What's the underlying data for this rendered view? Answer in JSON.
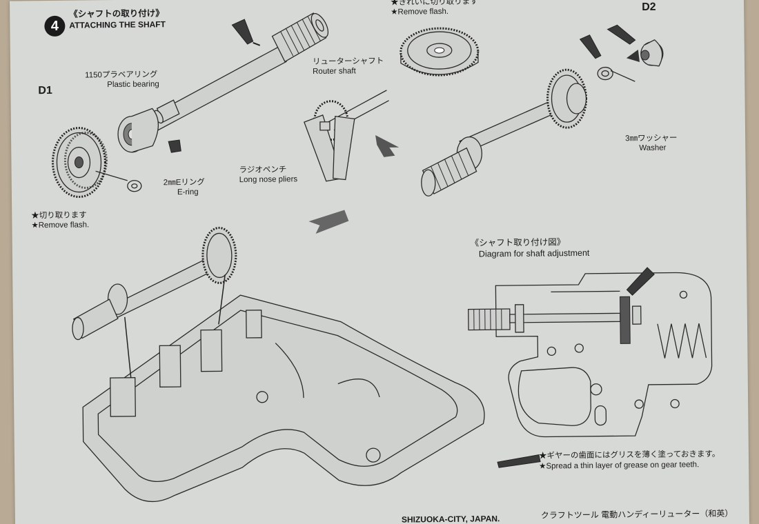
{
  "step": {
    "number": "4",
    "title_jp": "《シャフトの取り付け》",
    "title_en": "ATTACHING THE SHAFT"
  },
  "parts": {
    "d1": "D1",
    "d2": "D2",
    "bearing_jp": "1150プラベアリング",
    "bearing_en": "Plastic bearing",
    "shaft_jp": "リューターシャフト",
    "shaft_en": "Router shaft",
    "ering_jp": "2㎜Eリング",
    "ering_en": "E-ring",
    "pliers_jp": "ラジオペンチ",
    "pliers_en": "Long nose pliers",
    "washer_jp": "3㎜ワッシャー",
    "washer_en": "Washer"
  },
  "notes": {
    "remove_flash_left_jp": "★切り取ります",
    "remove_flash_left_en": "★Remove flash.",
    "remove_flash_top_jp": "★きれいに切り取ります",
    "remove_flash_top_en": "★Remove flash.",
    "grease_jp": "★ギヤーの歯面にはグリスを薄く塗っておきます。",
    "grease_en": "★Spread a thin layer of grease on gear teeth."
  },
  "diagram": {
    "title_jp": "《シャフト取り付け図》",
    "title_en": "Diagram for shaft adjustment"
  },
  "footer": {
    "left": "SHIZUOKA-CITY, JAPAN.",
    "right": "クラフトツール 電動ハンディーリューター（和英）"
  },
  "colors": {
    "paper": "#d7d9d6",
    "ink": "#2a2a2a",
    "background": "#b8aa95"
  }
}
